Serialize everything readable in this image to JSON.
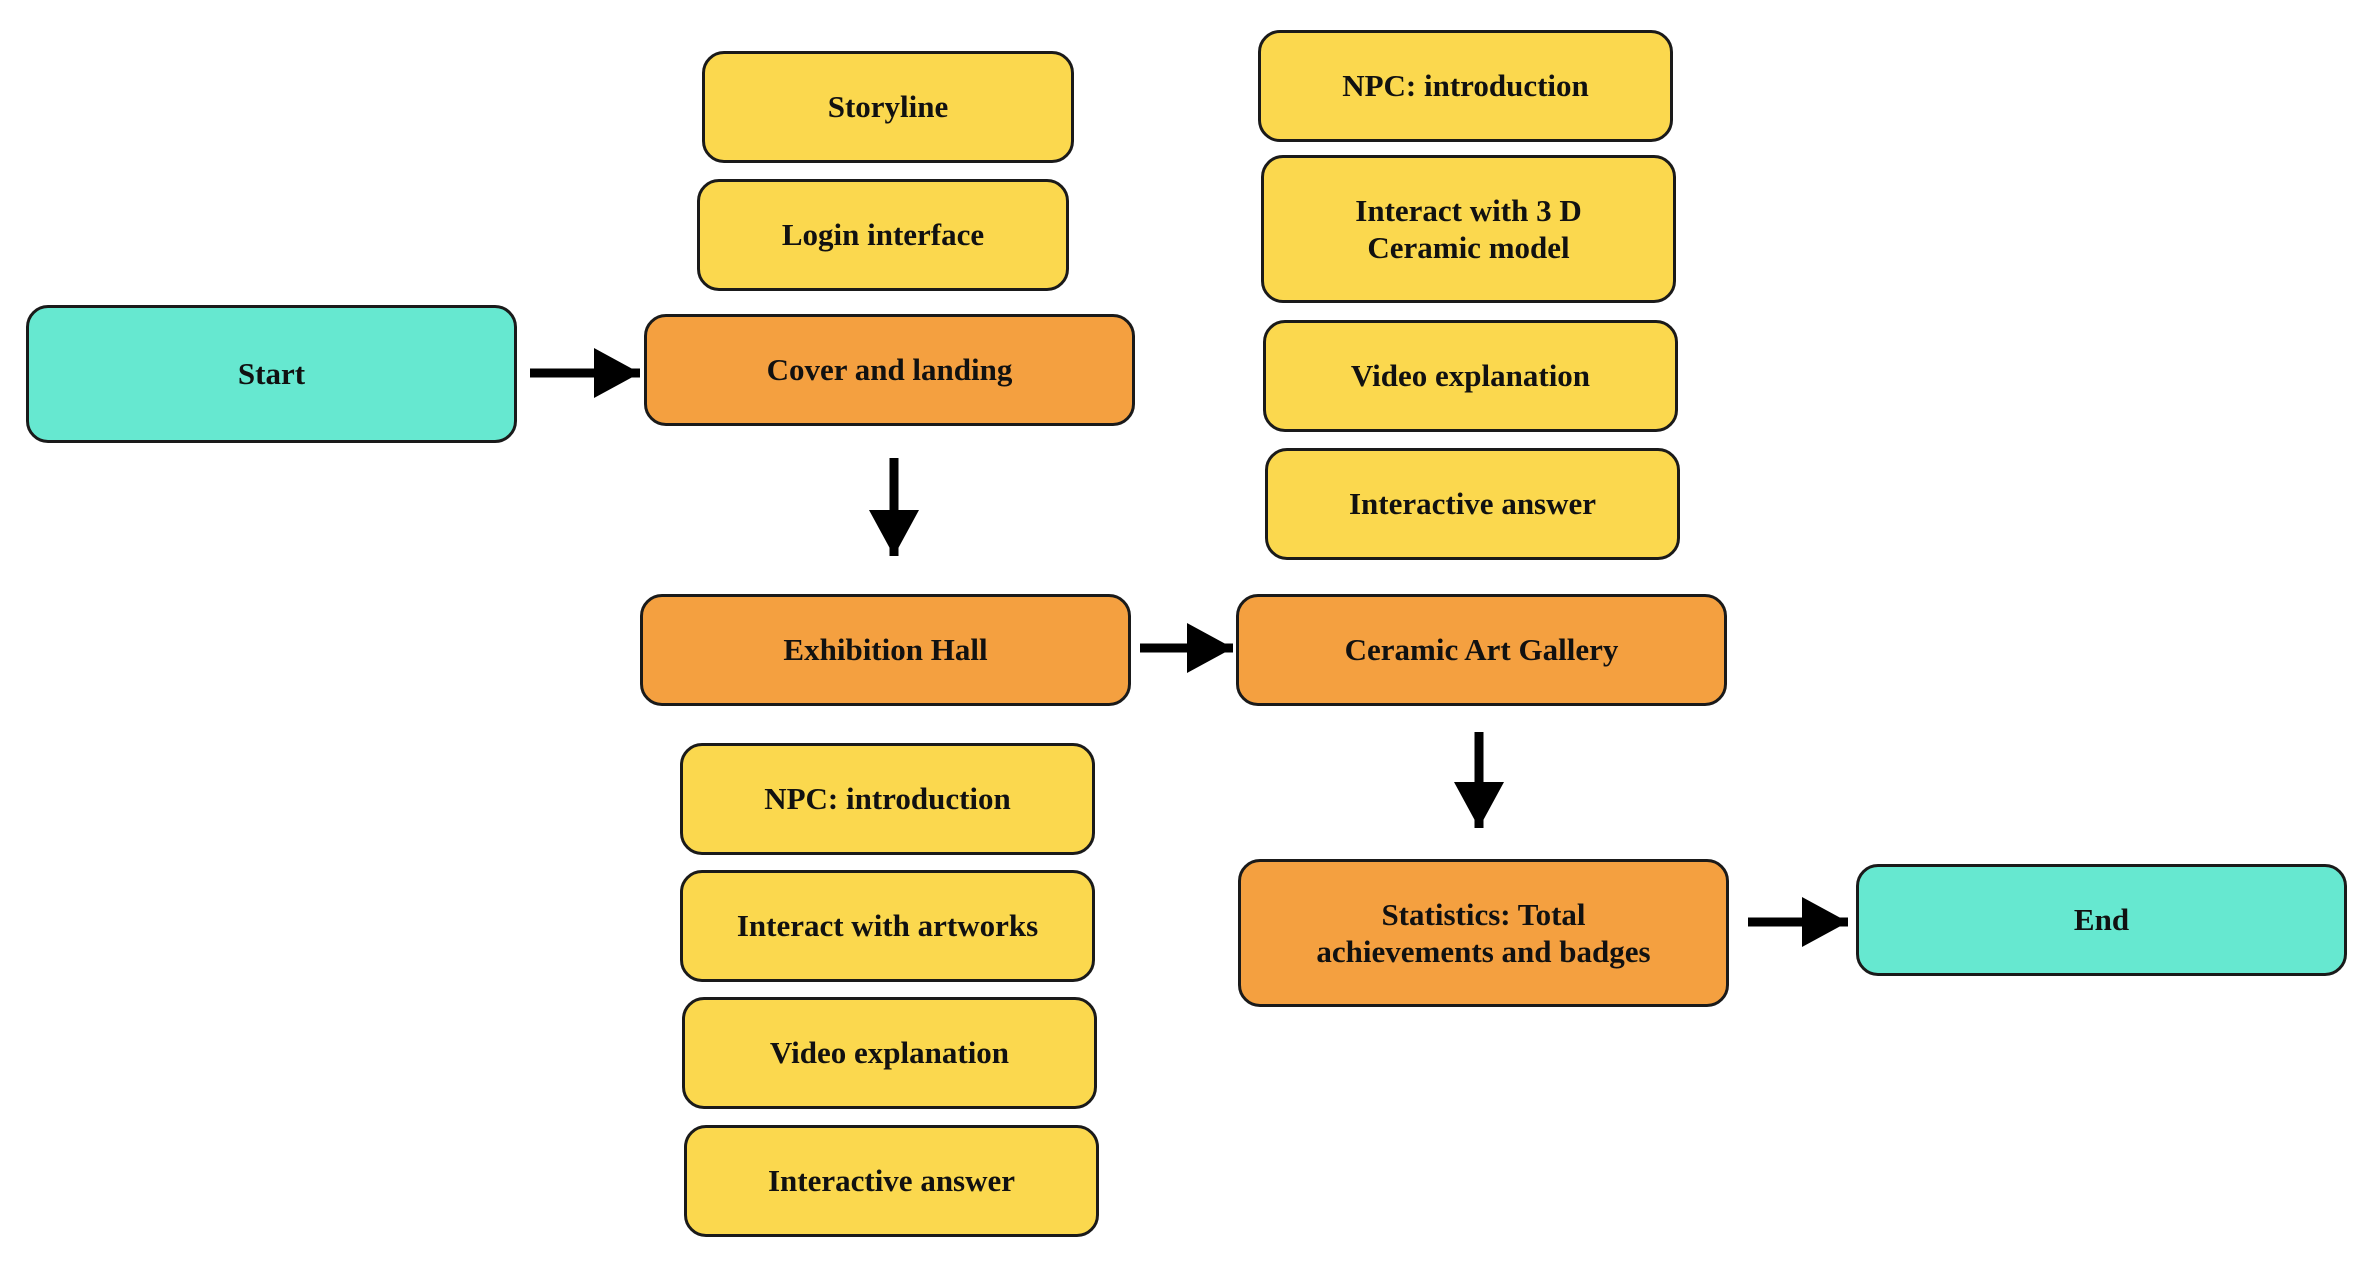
{
  "colors": {
    "terminal": "#66e8d0",
    "stage": "#f4a040",
    "substep": "#fbd84e",
    "border": "#1a1a1a",
    "arrow": "#000000"
  },
  "nodes": {
    "start": "Start",
    "cover_landing": "Cover and landing",
    "storyline": "Storyline",
    "login_interface": "Login interface",
    "exhibition_hall": "Exhibition Hall",
    "hall_npc_intro": "NPC: introduction",
    "hall_interact_artworks": "Interact with artworks",
    "hall_video_explanation": "Video explanation",
    "hall_interactive_answer": "Interactive answer",
    "ceramic_art_gallery": "Ceramic Art Gallery",
    "gallery_npc_intro": "NPC: introduction",
    "gallery_interact_3d": "Interact with  3 D\nCeramic model",
    "gallery_video_explanation": "Video explanation",
    "gallery_interactive_answer": "Interactive answer",
    "statistics": "Statistics: Total\nachievements and badges",
    "end": "End"
  }
}
